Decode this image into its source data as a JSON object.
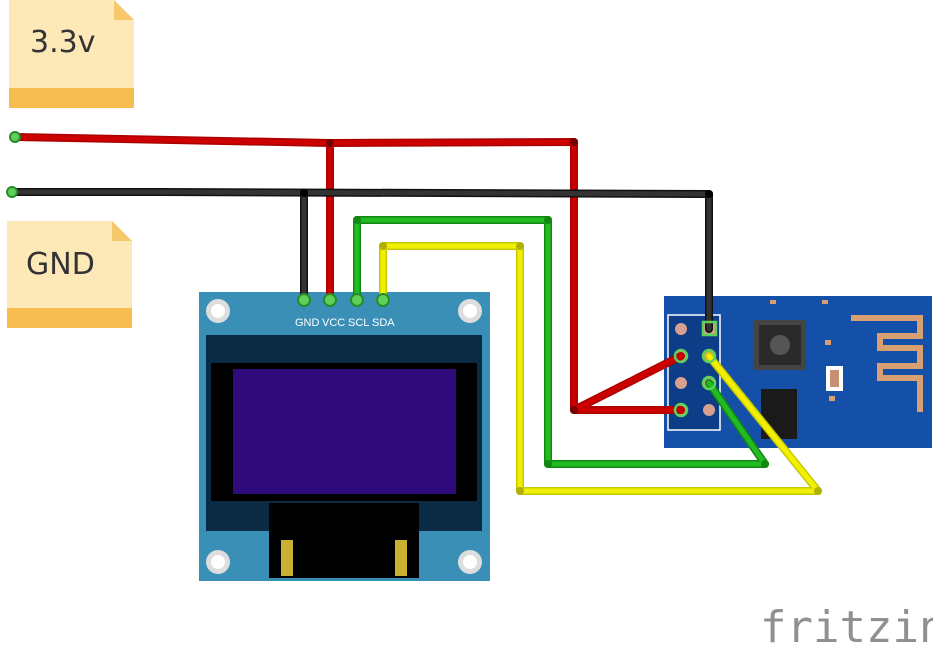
{
  "notes": [
    {
      "label": "3.3v"
    },
    {
      "label": "GND"
    }
  ],
  "oled": {
    "pins": [
      "GND",
      "VCC",
      "SCL",
      "SDA"
    ],
    "board_color": "#3a8fb7",
    "screen_color": "#2f0a7a"
  },
  "esp": {
    "board_color": "#1450a8"
  },
  "wires": {
    "vcc_color": "#cc0000",
    "gnd_color": "#222222",
    "scl_color": "#22aa22",
    "sda_color": "#e8e800"
  },
  "brand": "fritzing"
}
